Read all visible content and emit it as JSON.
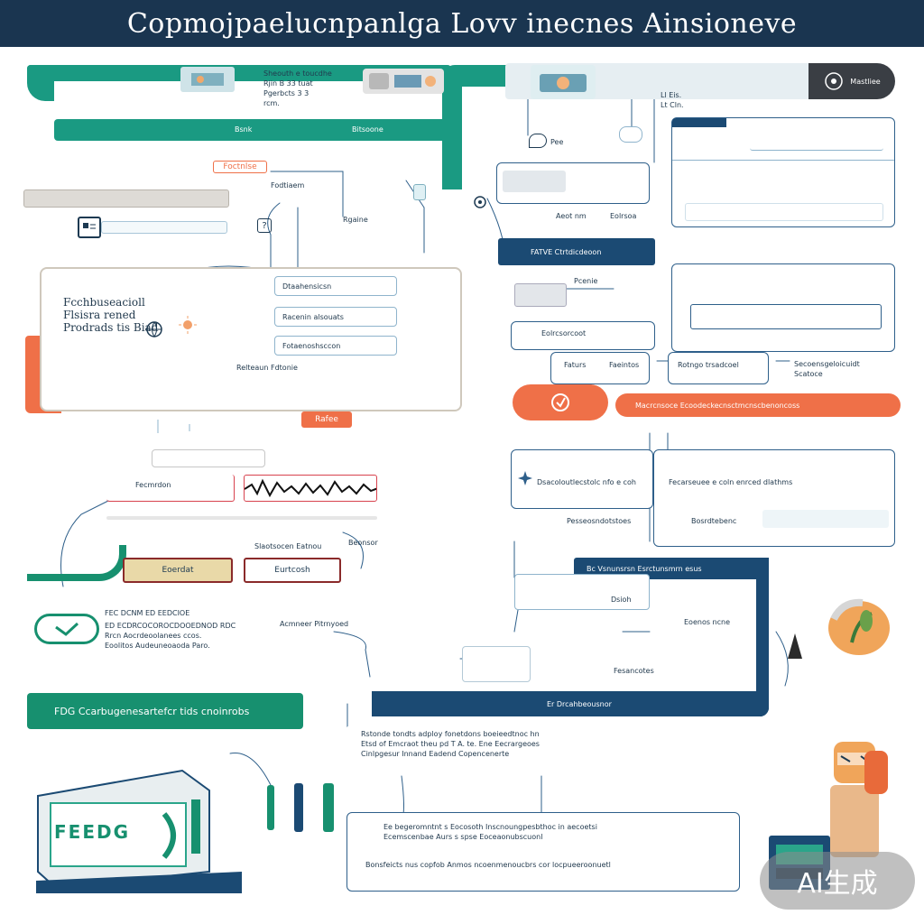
{
  "title": "Copmojpaelucnpanlga Lovv inecnes Ainsioneve",
  "colors": {
    "navy": "#1a3550",
    "teal": "#1a9a82",
    "orange": "#ef7048",
    "blue_border": "#2e5f8a",
    "grey_border": "#c9c2b6"
  },
  "watermark": "AI生成",
  "left_top": {
    "note_top": "Sheouth e toucdhe\nRjin B 33 tuat\nPgerbcts 3 3\nrcm.",
    "band_label_1": "Bsnk",
    "band_label_2": "Bitsoone",
    "orange_tag": "Foctnlse",
    "side_label_1": "Fodtiaem",
    "arrow_label": "Rgaine"
  },
  "left_mid": {
    "heading": "Fcchbuseacioll\nFlsisra rened\nProdrads tis Biad",
    "row_1": "Dtaahensicsn",
    "row_2": "Racenin alsouats",
    "row_3": "Fotaenoshsccon",
    "row_4": "Relteaun Fdtonie",
    "bottom_tag": "Rafee"
  },
  "left_lower": {
    "label_a": "Fecmrdon",
    "label_b": "Slaotsocen Eatnou",
    "tag_yellow": "Eoerdat",
    "tag_red": "Eurtcosh",
    "callout": "Beonsor",
    "list_heading": "FEC DCNM ED EEDCIOE",
    "list_text": "ED ECDRCOCOROCDOOEDNOD RDC\nRrcn Aocrdeoolanees ccos.\nEoolitos Audeuneoaoda Paro.",
    "side_text": "Acmneer Pitrnyoed"
  },
  "teal_pill": "FDG Ccarbugenesartefcr tids cnoinrobs",
  "right_top": {
    "ticket_label": "Mastliee",
    "header_note": "Ll Eis.\nLt Cln.",
    "question_tag": "Pee",
    "card_label_1": "Aeot nm",
    "card_label_2": "Eolrsoa",
    "navy_label": "FATVE Ctrtdicdeoon",
    "card_label_3": "Pcenie",
    "card_label_4": "Eolrcsorcoot",
    "field_label_1": "Faturs",
    "field_label_2": "Faeintos",
    "field_label_3": "Rotngo trsadcoel",
    "field_label_4": "Secoensgeloicuidt\nScatoce",
    "orange_label": "Macrcnsoce Ecoodeckecnsctmcnscbenoncoss"
  },
  "right_mid": {
    "line_1": "Dsacoloutlecstolc nfo e coh",
    "line_2": "Fecarseuee e coln enrced dlathms",
    "line_3": "Pesseosndotstoes",
    "line_4": "Bosrdtebenc",
    "navy_header": "Bc Vsnunsrsn Esrctunsmrn esus",
    "inner_1": "Dsioh",
    "inner_2": "Eoenos ncne",
    "inner_3": "Fesancotes",
    "navy_footer": "Er Drcahbeousnor"
  },
  "bottom": {
    "note_1": "Rstonde tondts adploy fonetdons boeieedtnoc hn\nEtsd of Emcraot theu pd T A. te. Ene Eecrargeoes\nCinlpgesur Innand  Eadend Copencenerte",
    "note_2": "Ee begeromntnt s  Eocosoth Inscnoungpesbthoc in aecoetsi\nEcemscenbae Aurs  s spse Eoceaonubscuonl",
    "note_3": "Bonsfeicts nus copfob Anmos ncoenmenoucbrs cor locpueeroonuetl",
    "device_screen": "FEEDG"
  }
}
